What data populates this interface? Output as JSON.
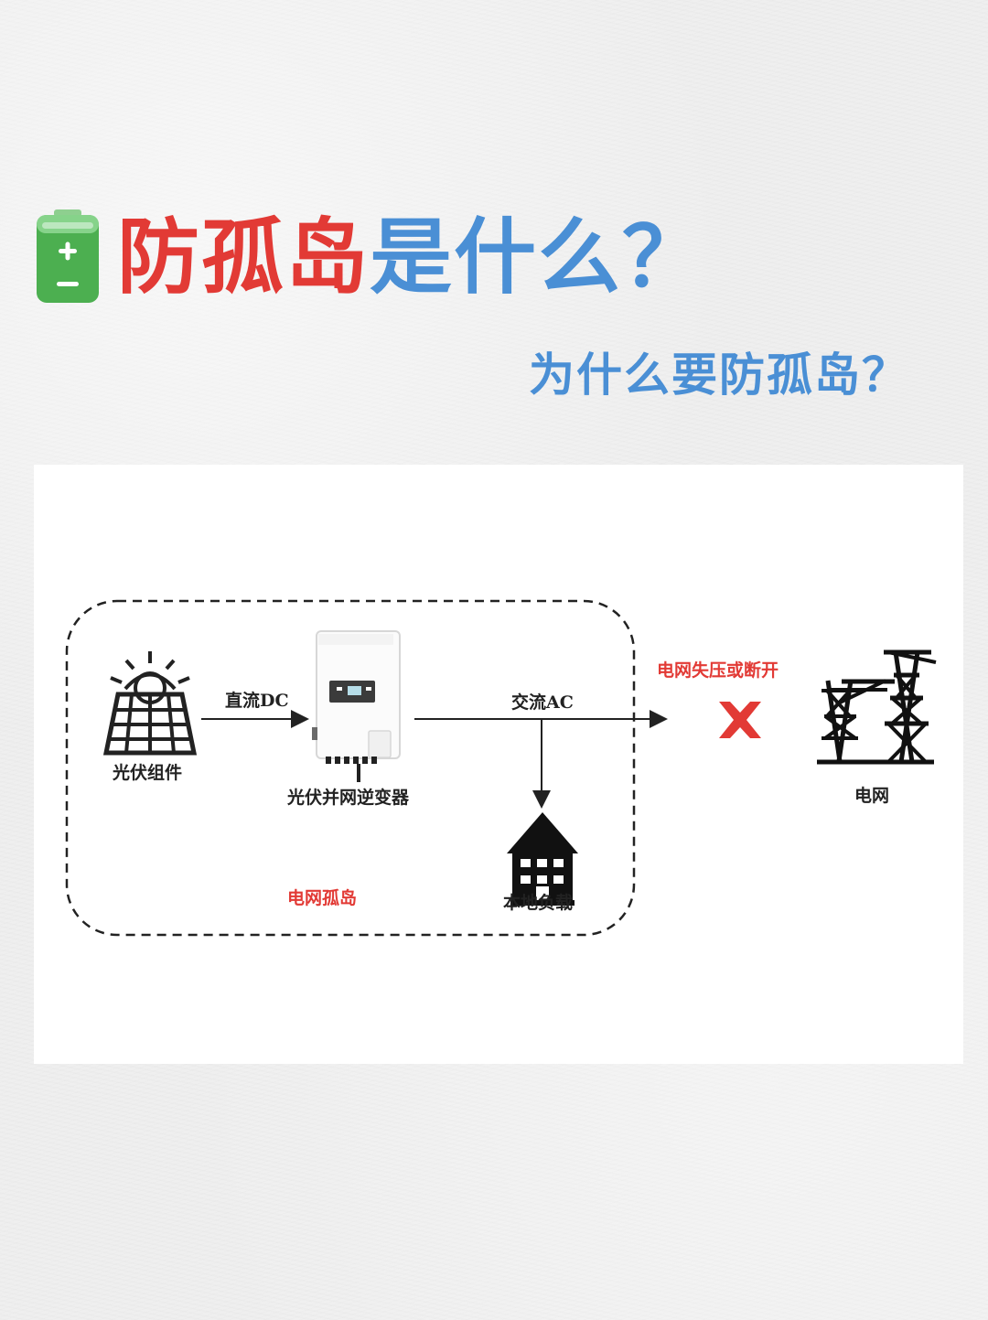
{
  "page": {
    "title_part_red": "防孤岛",
    "title_part_blue": "是什么？",
    "subtitle": "为什么要防孤岛？"
  },
  "icons": {
    "battery": "battery-icon",
    "solar": "solar-panel-icon",
    "inverter": "inverter-icon",
    "house": "house-icon",
    "tower": "power-tower-icon",
    "cross": "cross-mark-icon"
  },
  "diagram": {
    "pv_module": "光伏组件",
    "dc_label": "直流DC",
    "inverter": "光伏并网逆变器",
    "ac_label": "交流AC",
    "fault_label": "电网失压或断开",
    "grid": "电网",
    "load": "本地负载",
    "island": "电网孤岛"
  },
  "colors": {
    "red": "#e23a35",
    "blue": "#4a8fd5",
    "battery_green": "#4caf50"
  }
}
